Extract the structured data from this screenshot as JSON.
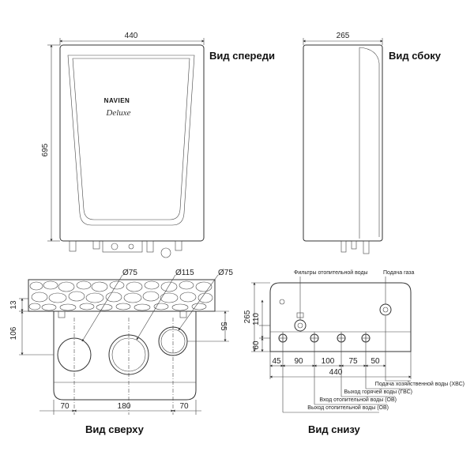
{
  "views": {
    "front": "Вид спереди",
    "side": "Вид сбоку",
    "top": "Вид сверху",
    "bottom": "Вид снизу"
  },
  "brand": {
    "logo": "NAVIEN",
    "model": "Deluxe"
  },
  "front_dims": {
    "width": "440",
    "height": "695"
  },
  "side_dims": {
    "depth": "265"
  },
  "top_dims": {
    "d1": "Ø75",
    "d2": "Ø115",
    "d3": "Ø75",
    "h13": "13",
    "h106": "106",
    "h55": "55",
    "b70l": "70",
    "b180": "180",
    "b70r": "70"
  },
  "bottom_dims": {
    "h265": "265",
    "h110": "110",
    "h60": "60",
    "b45": "45",
    "b90": "90",
    "b100": "100",
    "b75": "75",
    "b50": "50",
    "b440": "440"
  },
  "bottom_labels": {
    "filters": "Фильтры отопительной воды",
    "gas": "Подача газа",
    "cold_in": "Подача хозяйственной воды (ХВС)",
    "hot_out": "Выход горячей воды (ГВС)",
    "heat_in": "Вход отопительной воды (ОВ)",
    "heat_out": "Выход отопительной воды (ОВ)"
  }
}
